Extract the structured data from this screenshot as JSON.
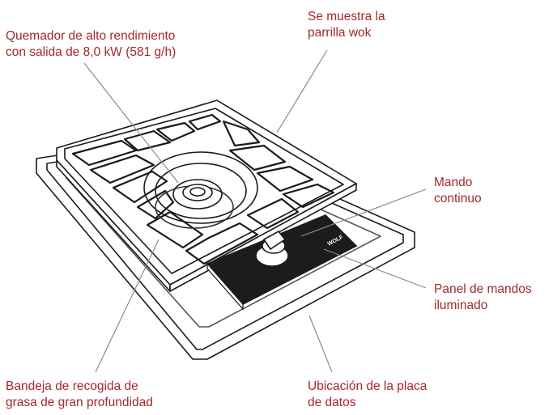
{
  "callouts": {
    "burner": {
      "line1": "Quemador de alto rendimiento",
      "line2": "con salida de 8,0 kW (581 g/h)"
    },
    "wok": {
      "line1": "Se muestra la",
      "line2": "parrilla wok"
    },
    "knob": {
      "line1": "Mando",
      "line2": "continuo"
    },
    "panel": {
      "line1": "Panel de mandos",
      "line2": "iluminado"
    },
    "tray": {
      "line1": "Bandeja de recogida de",
      "line2": "grasa de gran profundidad"
    },
    "plate": {
      "line1": "Ubicación de la placa",
      "line2": "de datos"
    }
  },
  "brand_label": "WOLF",
  "colors": {
    "label": "#a3282b",
    "outline": "#1a1a1a",
    "leader": "#8c8c8c",
    "panel": "#1c1c1c"
  }
}
